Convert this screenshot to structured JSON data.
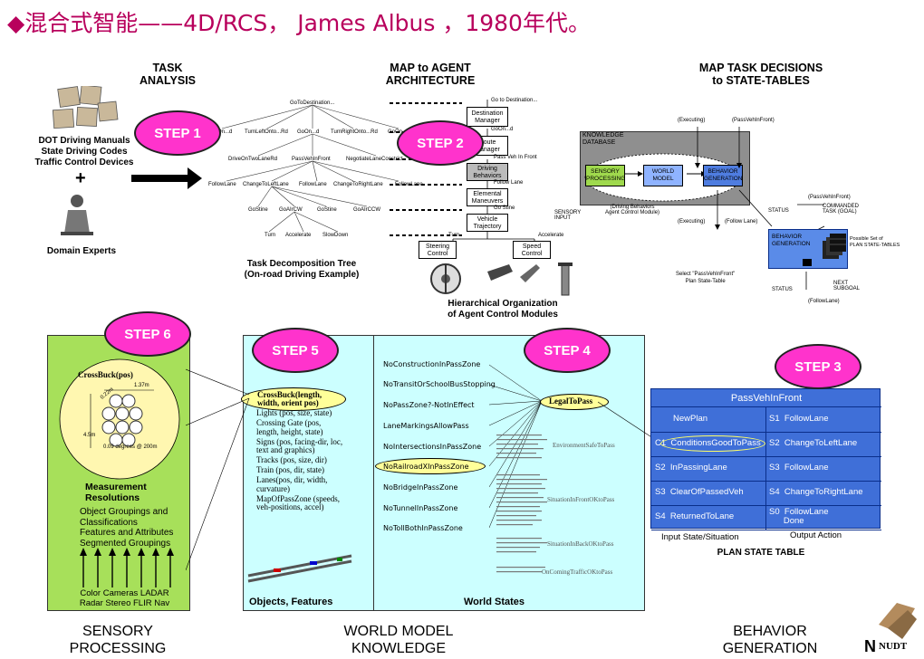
{
  "title": "◆混合式智能——4D/RCS， James Albus ，1980年代。",
  "headers": {
    "task_analysis": "TASK\nANALYSIS",
    "map_agent": "MAP to AGENT\nARCHITECTURE",
    "map_task": "MAP TASK DECISIONS\nto STATE-TABLES"
  },
  "steps": [
    "STEP 1",
    "STEP 2",
    "STEP 3",
    "STEP 4",
    "STEP 5",
    "STEP 6"
  ],
  "sources": {
    "docs": "DOT Driving Manuals\nState Driving Codes\nTraffic Control Devices",
    "plus": "+",
    "experts": "Domain Experts"
  },
  "tree": {
    "root": "GoToDestination...",
    "level1": [
      "GoOn...d",
      "TurnLeftOnto...Rd",
      "GoOn...d",
      "TurnRightOnto...Rd",
      "GoOn..."
    ],
    "level2": [
      "DriveOnTwoLaneRd",
      "PassVehInFront",
      "NegotiateLaneConstrict"
    ],
    "level3": [
      "FollowLane",
      "ChangeToLeftLane",
      "FollowLane",
      "ChangeToRightLane",
      "FollowLane"
    ],
    "level4": [
      "GoStine",
      "GoAIrCW",
      "GoStine",
      "GoAIrCCW"
    ],
    "level5": [
      "Turn",
      "Accelerate",
      "SlowDown"
    ],
    "caption": "Task Decomposition Tree\n(On-road Driving Example)"
  },
  "hierarchy": {
    "boxes": [
      "Destination\nManager",
      "Route\nManager",
      "Driving\nBehaviors",
      "Elemental\nManeuvers",
      "Vehicle\nTrajectory",
      "Steering\nControl",
      "Speed\nControl"
    ],
    "labels": [
      "Go to Destination...",
      "GoOn...d",
      "Pass Veh In Front",
      "Follow Lane",
      "Go Stine",
      "Turn",
      "Accelerate"
    ],
    "caption": "Hierarchical Organization\nof Agent Control Modules",
    "sensory_input": "SENSORY\nINPUT"
  },
  "agent": {
    "kb_label": "KNOWLEDGE\nDATABASE",
    "sensory": "SENSORY\nPROCESSING",
    "world": "WORLD\nMODEL",
    "behavior": "BEHAVIOR\nGENERATION",
    "module_caption": "(Driving Behaviors\nAgent Control Module)",
    "executing": "(Executing)",
    "pass_veh": "(PassVehInFront)",
    "executing2": "(Executing)",
    "follow_lane": "(Follow Lane)",
    "pass_veh2": "(PassVehInFront)",
    "status": "STATUS",
    "commanded": "COMMANDED\nTASK (GOAL)",
    "bg2": "BEHAVIOR\nGENERATION",
    "possible": "Possible Set of\nPLAN STATE-TABLES",
    "select": "Select \"PassVehInFront\"\nPlan State-Table",
    "status2": "STATUS",
    "next": "NEXT\nSUBGOAL",
    "follow_lane2": "(FollowLane)"
  },
  "step6_panel": {
    "obj": "CrossBuck(pos)",
    "dims": [
      "1.37m",
      "0.22m",
      "4.5m",
      "0.09 degrees @ 200m"
    ],
    "meas": "Measurement\nResolutions",
    "items": "Object Groupings and\nClassifications\nFeatures and Attributes\nSegmented Groupings",
    "sensors": "Color Cameras  LADAR\nRadar  Stereo  FLIR  Nav"
  },
  "step5_panel": {
    "crossbuck": "CrossBuck(length,\nwidth, orient pos)",
    "features": [
      "Lights (pos, size, state)",
      "Crossing Gate (pos,\n  length, height, state)",
      "Signs (pos, facing-dir, loc,\n  text and graphics)",
      "Tracks (pos, size, dir)",
      "Train (pos, dir, state)",
      "Lanes(pos, dir, width,\n  curvature)",
      "MapOfPassZone (speeds,\n  veh-positions, accel)"
    ],
    "caption": "Objects, Features",
    "conditions": [
      "NoConstructionInPassZone",
      "NoTransitOrSchoolBusStopping",
      "NoPassZone?-NotInEffect",
      "LaneMarkingsAllowPass",
      "NoIntersectionsInPassZone",
      "NoRailroadXInPassZone",
      "NoBridgeInPassZone",
      "NoTunnelInPassZone",
      "NoTollBothInPassZone"
    ],
    "legal": "LegalToPass",
    "env": "EnvironmentSafeToPass",
    "front": "SituationInFrontOKtoPass",
    "back": "SituationInBackOKtoPass",
    "oncoming": "OnComingTrafficOKtoPass",
    "world_states": "World States"
  },
  "plan_table": {
    "title": "PassVehInFront",
    "rows": [
      [
        "NewPlan",
        "S1  FollowLane"
      ],
      [
        "C1  ConditionsGoodToPass",
        "S2  ChangeToLeftLane"
      ],
      [
        "S2  InPassingLane",
        "S3  FollowLane"
      ],
      [
        "S3  ClearOfPassedVeh",
        "S4  ChangeToRightLane"
      ],
      [
        "S4  ReturnedToLane",
        "S0  FollowLane\n      Done"
      ]
    ],
    "input_label": "Input State/Situation",
    "output_label": "Output Action",
    "caption": "PLAN STATE TABLE"
  },
  "footer": {
    "sensory": "SENSORY\nPROCESSING",
    "world": "WORLD MODEL\nKNOWLEDGE",
    "behavior": "BEHAVIOR\nGENERATION",
    "logo": "NUDT"
  }
}
